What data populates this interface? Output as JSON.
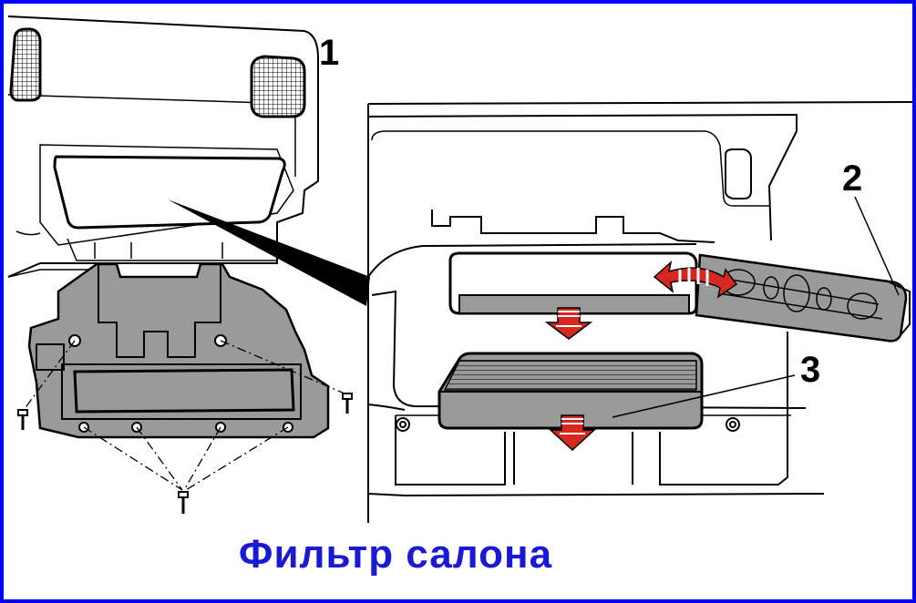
{
  "callouts": {
    "one": "1",
    "two": "2",
    "three": "3"
  },
  "caption": "Фильтр  салона",
  "colors": {
    "frame_border": "#0000ff",
    "caption": "#1a1ad6",
    "part_fill": "#9a9a9a",
    "arrow": "#d6281e"
  }
}
